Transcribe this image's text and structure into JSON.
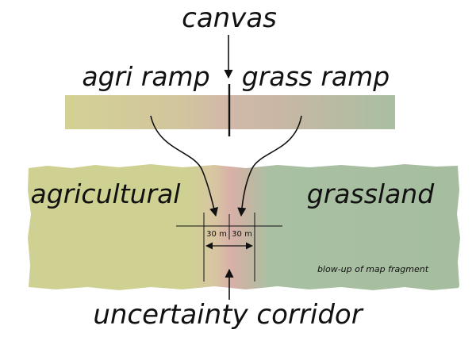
{
  "labels": {
    "canvas": "canvas",
    "agri_ramp": "agri ramp",
    "grass_ramp": "grass ramp",
    "agricultural": "agricultural",
    "grassland": "grassland",
    "corridor": "uncertainty corridor",
    "blowup_note": "blow-up of map fragment",
    "width_left": "30 m",
    "width_right": "30 m"
  },
  "colors": {
    "agri": "#cfd191",
    "grass": "#a7bfa0",
    "transition": "#d6b3a6",
    "line": "#111111"
  }
}
